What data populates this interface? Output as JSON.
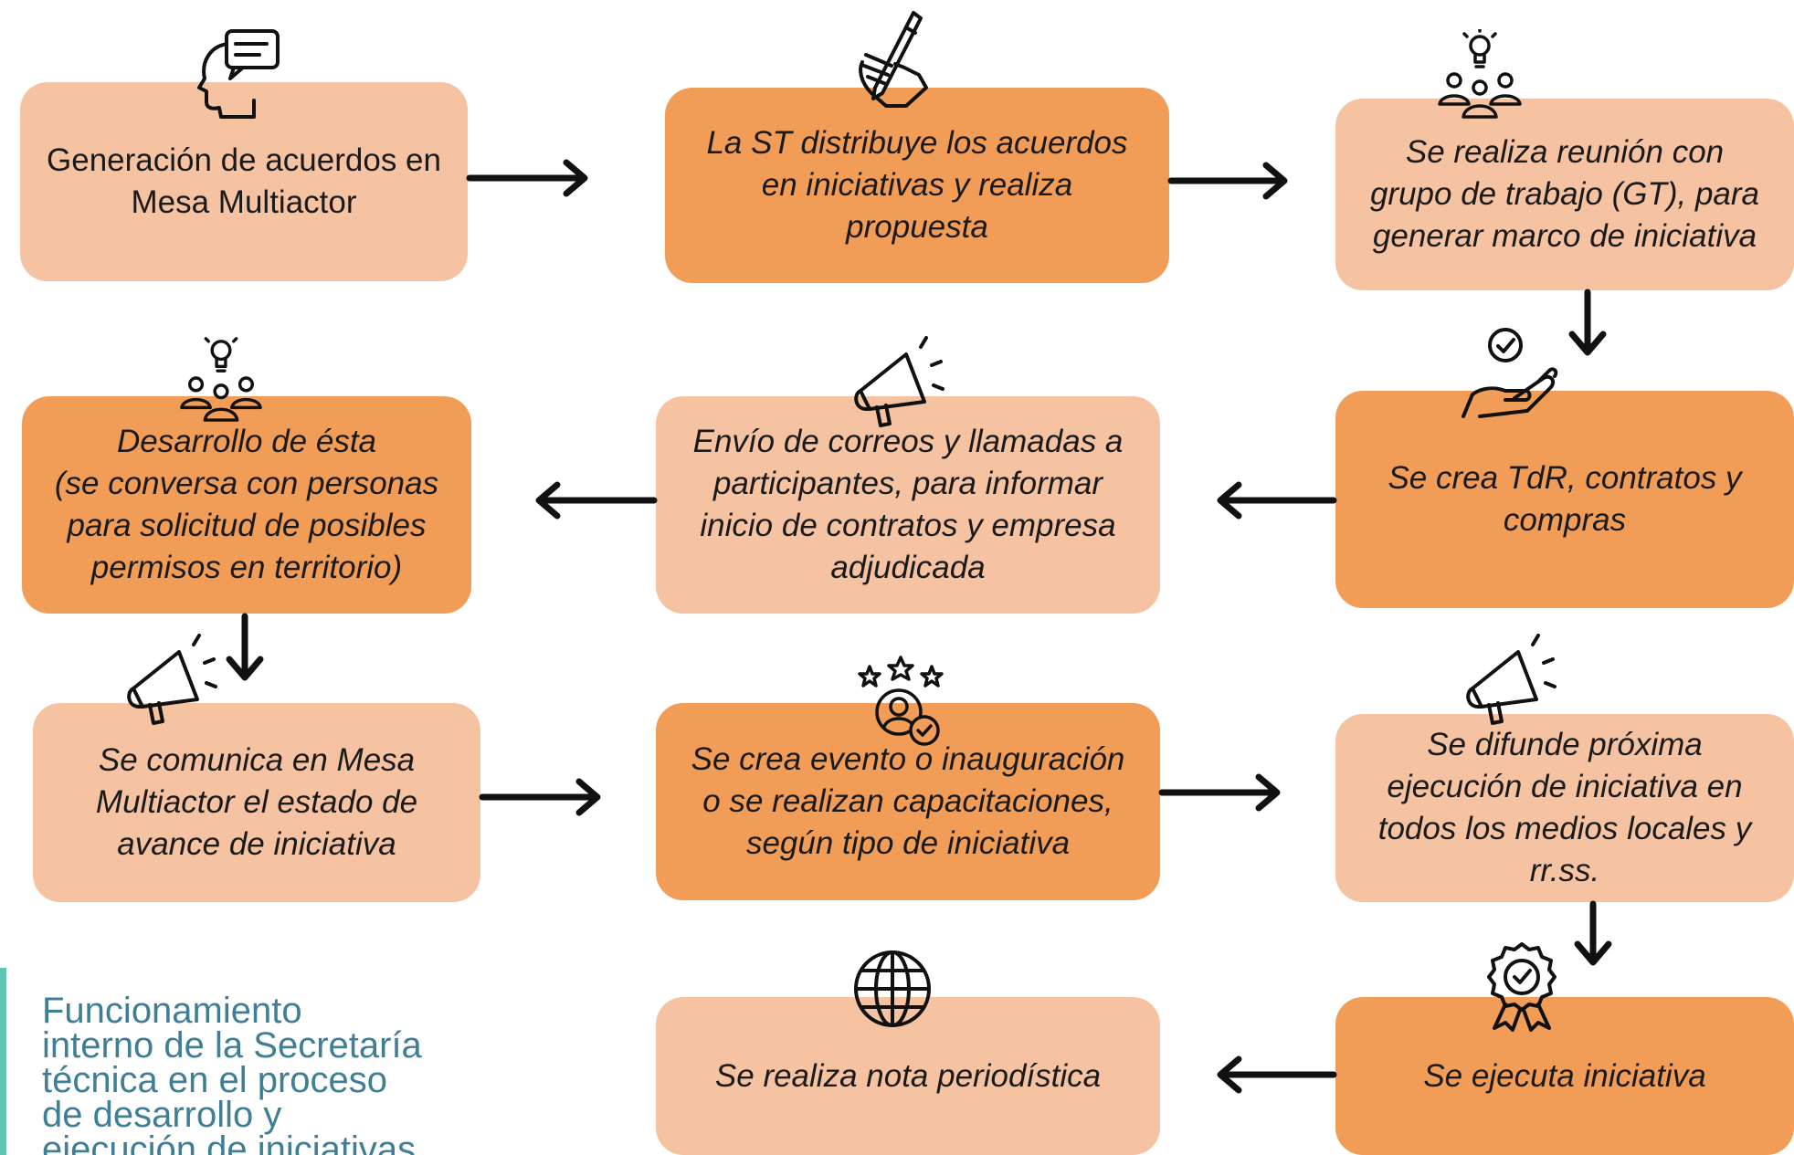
{
  "steps": {
    "s1": "Generación de acuerdos en\nMesa Multiactor",
    "s2": "La ST distribuye los acuerdos\nen iniciativas y realiza\npropuesta",
    "s3": "Se realiza reunión con\ngrupo de trabajo (GT), para\ngenerar marco de iniciativa",
    "s4": "Se crea TdR, contratos y\ncompras",
    "s5": "Envío de correos y llamadas a\nparticipantes, para informar\ninicio de contratos y empresa\nadjudicada",
    "s6": "Desarrollo de ésta\n(se conversa con personas\npara solicitud de posibles\npermisos en territorio)",
    "s7": "Se comunica en Mesa\nMultiactor el estado de\navance de iniciativa",
    "s8": "Se crea evento o inauguración\no se realizan capacitaciones,\nsegún tipo de iniciativa",
    "s9": "Se difunde próxima\nejecución de iniciativa en\ntodos los medios locales y\nrr.ss.",
    "s10": "Se ejecuta iniciativa",
    "s11": "Se realiza nota periodística"
  },
  "caption": "Funcionamiento\ninterno de la Secretaría\ntécnica en el proceso\nde desarrollo y\nejecución de iniciativas",
  "colors": {
    "light_box": "#f6c3a2",
    "dark_box": "#f29d57",
    "caption_text": "#3f7f96",
    "caption_bar": "#5fc4b2",
    "arrow": "#111111"
  },
  "icons": {
    "s1": "head-speech-bubble-icon",
    "s2": "hand-holding-pencil-icon",
    "s3": "team-idea-lightbulb-icon",
    "s4": "hand-with-checkmark-icon",
    "s5": "megaphone-icon",
    "s6": "team-idea-lightbulb-icon",
    "s7": "megaphone-icon",
    "s8": "person-with-stars-icon",
    "s9": "megaphone-icon",
    "s10": "award-ribbon-icon",
    "s11": "globe-icon"
  }
}
